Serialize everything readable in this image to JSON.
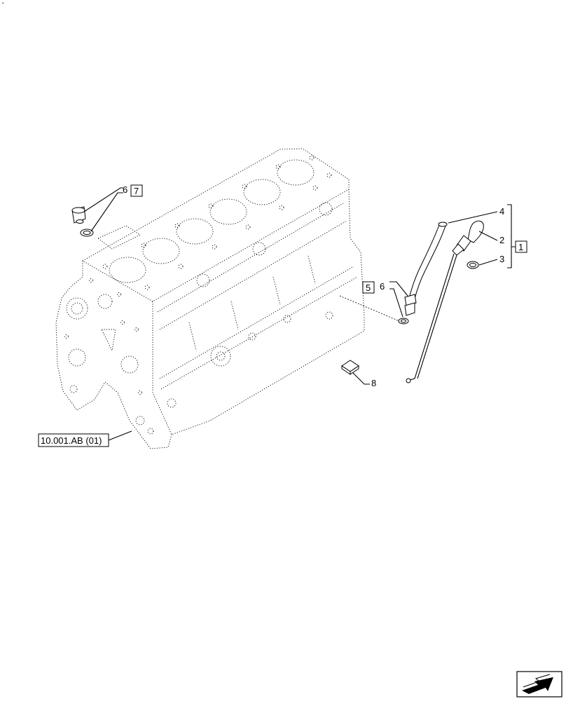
{
  "corner_mark": "·",
  "callouts": {
    "c4": "4",
    "c2": "2",
    "c3": "3",
    "c1": "1",
    "c6_left": "6",
    "c7": "7",
    "c5": "5",
    "c6_mid": "6",
    "c8": "8"
  },
  "reference_label": "10.001.AB (01)",
  "nav_icon": "next-page-arrow-icon"
}
